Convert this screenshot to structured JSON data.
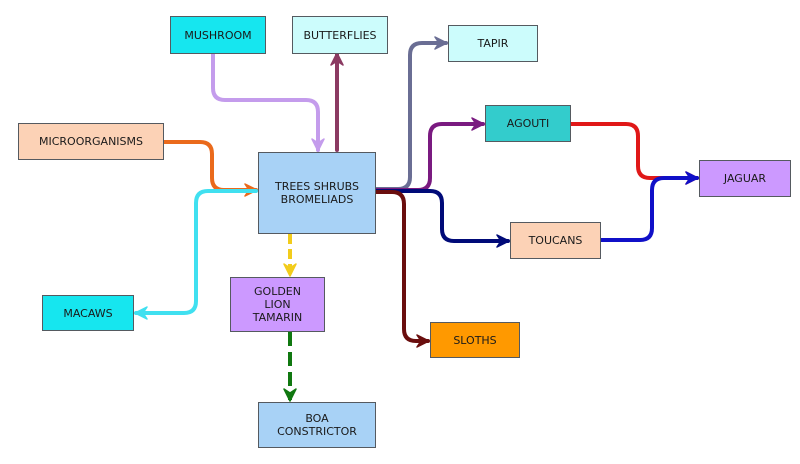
{
  "nodes": {
    "mushroom": "MUSHROOM",
    "butterflies": "BUTTERFLIES",
    "tapir": "TAPIR",
    "agouti": "AGOUTI",
    "microorganisms": "MICROORGANISMS",
    "trees": "TREES SHRUBS\nBROMELIADS",
    "jaguar": "JAGUAR",
    "toucans": "TOUCANS",
    "macaws": "MACAWS",
    "tamarin": "GOLDEN\nLION\nTAMARIN",
    "sloths": "SLOTHS",
    "boa": "BOA\nCONSTRICTOR"
  },
  "colors": {
    "mushroom_to_trees": "#c49cec",
    "trees_to_butterflies": "#8b3a62",
    "trees_to_tapir": "#6a6e94",
    "microorganisms_to_trees": "#ea6a1c",
    "trees_to_agouti": "#7a1a80",
    "agouti_to_jaguar": "#e01818",
    "trees_to_toucans": "#000a78",
    "toucans_to_jaguar": "#1010c8",
    "trees_to_macaws": "#40e0f0",
    "trees_to_tamarin": "#f2cc1c",
    "trees_to_sloths": "#6a0e0e",
    "tamarin_to_boa": "#107810"
  }
}
